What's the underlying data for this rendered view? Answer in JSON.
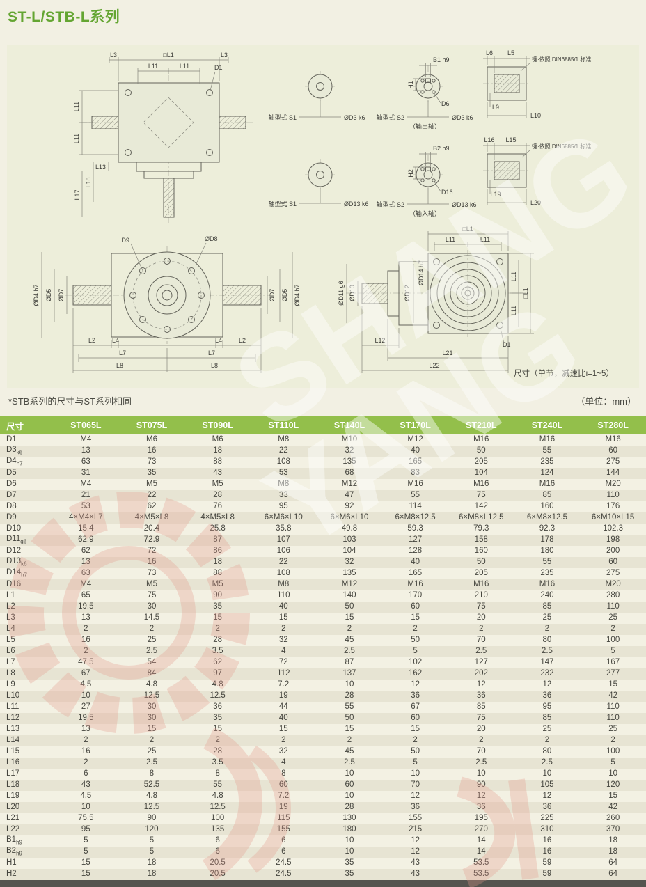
{
  "page": {
    "title": "ST-L/STB-L系列",
    "note_left": "*STB系列的尺寸与ST系列相同",
    "note_right": "（单位：mm）"
  },
  "colors": {
    "accent_green": "#64a532",
    "table_header_green": "#93bf4b",
    "row_light": "#f3f1e3",
    "row_dark": "#e7e4d3",
    "panel_bg": "#edeeda",
    "watermark_pink": "#e59a8d"
  },
  "watermark": {
    "line1": "SHANG",
    "line2": "YANG"
  },
  "drawing": {
    "caption": "尺寸（单节，减速比i=1~5）",
    "front": {
      "top_l3_left": "L3",
      "top_l1": "□L1",
      "top_l3_right": "L3",
      "top_l11_left": "L11",
      "top_l11_right": "L11",
      "d1": "D1",
      "left_l11_top": "L11",
      "left_l11_bottom": "L11",
      "l13": "L13",
      "l18": "L18",
      "l17": "L17"
    },
    "s1_out": {
      "title": "轴型式 S1",
      "dia": "ØD3 k6"
    },
    "s2_out": {
      "title": "轴型式 S2",
      "sub": "（输出轴）",
      "b": "B1 h9",
      "h": "H1",
      "d": "D6",
      "dia": "ØD3 k6"
    },
    "key_out": {
      "l6": "L6",
      "l5": "L5",
      "note": "键·依照 DIN6885/1 标准",
      "l9": "L9",
      "l10": "L10"
    },
    "s1_in": {
      "title": "轴型式 S1",
      "dia": "ØD13 k6"
    },
    "s2_in": {
      "title": "轴型式 S2",
      "sub": "（输入轴）",
      "b": "B2 h9",
      "h": "H2",
      "d": "D16",
      "dia": "ØD13 k6"
    },
    "key_in": {
      "l16": "L16",
      "l15": "L15",
      "note": "键·依照 DIN6885/1 标准",
      "l19": "L19",
      "l20": "L20"
    },
    "side": {
      "d9": "D9",
      "d8": "ØD8",
      "d7_l": "ØD7",
      "d5_l": "ØD5",
      "d4_l": "ØD4 h7",
      "d7_r": "ØD7",
      "d5_r": "ØD5",
      "d4_r": "ØD4 h7",
      "l2_l": "L2",
      "l4_l": "L4",
      "l4_r": "L4",
      "l2_r": "L2",
      "l7_l": "L7",
      "l7_r": "L7",
      "l8_l": "L8",
      "l8_r": "L8"
    },
    "out_view": {
      "l1_top": "□L1",
      "l11_a": "L11",
      "l11_b": "L11",
      "d14": "ØD14 h7",
      "d11": "ØD11 g6",
      "d10": "ØD10",
      "d12": "ØD12",
      "l11_c": "L11",
      "l11_d": "L11",
      "l1_right": "□L1",
      "l12": "L12",
      "l21": "L21",
      "l22": "L22",
      "d1": "D1"
    }
  },
  "table": {
    "header": [
      "尺寸",
      "ST065L",
      "ST075L",
      "ST090L",
      "ST110L",
      "ST140L",
      "ST170L",
      "ST210L",
      "ST240L",
      "ST280L"
    ],
    "rows": [
      {
        "label": "D1",
        "sub": "",
        "values": [
          "M4",
          "M6",
          "M6",
          "M8",
          "M10",
          "M12",
          "M16",
          "M16",
          "M16"
        ]
      },
      {
        "label": "D3",
        "sub": "k6",
        "values": [
          "13",
          "16",
          "18",
          "22",
          "32",
          "40",
          "50",
          "55",
          "60"
        ]
      },
      {
        "label": "D4",
        "sub": "h7",
        "values": [
          "63",
          "73",
          "88",
          "108",
          "135",
          "165",
          "205",
          "235",
          "275"
        ]
      },
      {
        "label": "D5",
        "sub": "",
        "values": [
          "31",
          "35",
          "43",
          "53",
          "68",
          "83",
          "104",
          "124",
          "144"
        ]
      },
      {
        "label": "D6",
        "sub": "",
        "values": [
          "M4",
          "M5",
          "M5",
          "M8",
          "M12",
          "M16",
          "M16",
          "M16",
          "M20"
        ]
      },
      {
        "label": "D7",
        "sub": "",
        "values": [
          "21",
          "22",
          "28",
          "33",
          "47",
          "55",
          "75",
          "85",
          "110"
        ]
      },
      {
        "label": "D8",
        "sub": "",
        "values": [
          "53",
          "62",
          "76",
          "95",
          "92",
          "114",
          "142",
          "160",
          "176"
        ]
      },
      {
        "label": "D9",
        "sub": "",
        "values": [
          "4×M4×L7",
          "4×M5×L8",
          "4×M5×L8",
          "6×M6×L10",
          "6×M6×L10",
          "6×M8×12.5",
          "6×M8×L12.5",
          "6×M8×12.5",
          "6×M10×L15"
        ]
      },
      {
        "label": "D10",
        "sub": "",
        "values": [
          "15.4",
          "20.4",
          "25.8",
          "35.8",
          "49.8",
          "59.3",
          "79.3",
          "92.3",
          "102.3"
        ]
      },
      {
        "label": "D11",
        "sub": "g6",
        "values": [
          "62.9",
          "72.9",
          "87",
          "107",
          "103",
          "127",
          "158",
          "178",
          "198"
        ]
      },
      {
        "label": "D12",
        "sub": "",
        "values": [
          "62",
          "72",
          "86",
          "106",
          "104",
          "128",
          "160",
          "180",
          "200"
        ]
      },
      {
        "label": "D13",
        "sub": "k6",
        "values": [
          "13",
          "16",
          "18",
          "22",
          "32",
          "40",
          "50",
          "55",
          "60"
        ]
      },
      {
        "label": "D14",
        "sub": "h7",
        "values": [
          "63",
          "73",
          "88",
          "108",
          "135",
          "165",
          "205",
          "235",
          "275"
        ]
      },
      {
        "label": "D16",
        "sub": "",
        "values": [
          "M4",
          "M5",
          "M5",
          "M8",
          "M12",
          "M16",
          "M16",
          "M16",
          "M20"
        ]
      },
      {
        "label": "L1",
        "sub": "",
        "values": [
          "65",
          "75",
          "90",
          "110",
          "140",
          "170",
          "210",
          "240",
          "280"
        ]
      },
      {
        "label": "L2",
        "sub": "",
        "values": [
          "19.5",
          "30",
          "35",
          "40",
          "50",
          "60",
          "75",
          "85",
          "110"
        ]
      },
      {
        "label": "L3",
        "sub": "",
        "values": [
          "13",
          "14.5",
          "15",
          "15",
          "15",
          "15",
          "20",
          "25",
          "25"
        ]
      },
      {
        "label": "L4",
        "sub": "",
        "values": [
          "2",
          "2",
          "2",
          "2",
          "2",
          "2",
          "2",
          "2",
          "2"
        ]
      },
      {
        "label": "L5",
        "sub": "",
        "values": [
          "16",
          "25",
          "28",
          "32",
          "45",
          "50",
          "70",
          "80",
          "100"
        ]
      },
      {
        "label": "L6",
        "sub": "",
        "values": [
          "2",
          "2.5",
          "3.5",
          "4",
          "2.5",
          "5",
          "2.5",
          "2.5",
          "5"
        ]
      },
      {
        "label": "L7",
        "sub": "",
        "values": [
          "47.5",
          "54",
          "62",
          "72",
          "87",
          "102",
          "127",
          "147",
          "167"
        ]
      },
      {
        "label": "L8",
        "sub": "",
        "values": [
          "67",
          "84",
          "97",
          "112",
          "137",
          "162",
          "202",
          "232",
          "277"
        ]
      },
      {
        "label": "L9",
        "sub": "",
        "values": [
          "4.5",
          "4.8",
          "4.8",
          "7.2",
          "10",
          "12",
          "12",
          "12",
          "15"
        ]
      },
      {
        "label": "L10",
        "sub": "",
        "values": [
          "10",
          "12.5",
          "12.5",
          "19",
          "28",
          "36",
          "36",
          "36",
          "42"
        ]
      },
      {
        "label": "L11",
        "sub": "",
        "values": [
          "27",
          "30",
          "36",
          "44",
          "55",
          "67",
          "85",
          "95",
          "110"
        ]
      },
      {
        "label": "L12",
        "sub": "",
        "values": [
          "19.5",
          "30",
          "35",
          "40",
          "50",
          "60",
          "75",
          "85",
          "110"
        ]
      },
      {
        "label": "L13",
        "sub": "",
        "values": [
          "13",
          "15",
          "15",
          "15",
          "15",
          "15",
          "20",
          "25",
          "25"
        ]
      },
      {
        "label": "L14",
        "sub": "",
        "values": [
          "2",
          "2",
          "2",
          "2",
          "2",
          "2",
          "2",
          "2",
          "2"
        ]
      },
      {
        "label": "L15",
        "sub": "",
        "values": [
          "16",
          "25",
          "28",
          "32",
          "45",
          "50",
          "70",
          "80",
          "100"
        ]
      },
      {
        "label": "L16",
        "sub": "",
        "values": [
          "2",
          "2.5",
          "3.5",
          "4",
          "2.5",
          "5",
          "2.5",
          "2.5",
          "5"
        ]
      },
      {
        "label": "L17",
        "sub": "",
        "values": [
          "6",
          "8",
          "8",
          "8",
          "10",
          "10",
          "10",
          "10",
          "10"
        ]
      },
      {
        "label": "L18",
        "sub": "",
        "values": [
          "43",
          "52.5",
          "55",
          "60",
          "60",
          "70",
          "90",
          "105",
          "120"
        ]
      },
      {
        "label": "L19",
        "sub": "",
        "values": [
          "4.5",
          "4.8",
          "4.8",
          "7.2",
          "10",
          "12",
          "12",
          "12",
          "15"
        ]
      },
      {
        "label": "L20",
        "sub": "",
        "values": [
          "10",
          "12.5",
          "12.5",
          "19",
          "28",
          "36",
          "36",
          "36",
          "42"
        ]
      },
      {
        "label": "L21",
        "sub": "",
        "values": [
          "75.5",
          "90",
          "100",
          "115",
          "130",
          "155",
          "195",
          "225",
          "260"
        ]
      },
      {
        "label": "L22",
        "sub": "",
        "values": [
          "95",
          "120",
          "135",
          "155",
          "180",
          "215",
          "270",
          "310",
          "370"
        ]
      },
      {
        "label": "B1",
        "sub": "h9",
        "values": [
          "5",
          "5",
          "6",
          "6",
          "10",
          "12",
          "14",
          "16",
          "18"
        ]
      },
      {
        "label": "B2",
        "sub": "h9",
        "values": [
          "5",
          "5",
          "6",
          "6",
          "10",
          "12",
          "14",
          "16",
          "18"
        ]
      },
      {
        "label": "H1",
        "sub": "",
        "values": [
          "15",
          "18",
          "20.5",
          "24.5",
          "35",
          "43",
          "53.5",
          "59",
          "64"
        ]
      },
      {
        "label": "H2",
        "sub": "",
        "values": [
          "15",
          "18",
          "20.5",
          "24.5",
          "35",
          "43",
          "53.5",
          "59",
          "64"
        ]
      }
    ]
  }
}
